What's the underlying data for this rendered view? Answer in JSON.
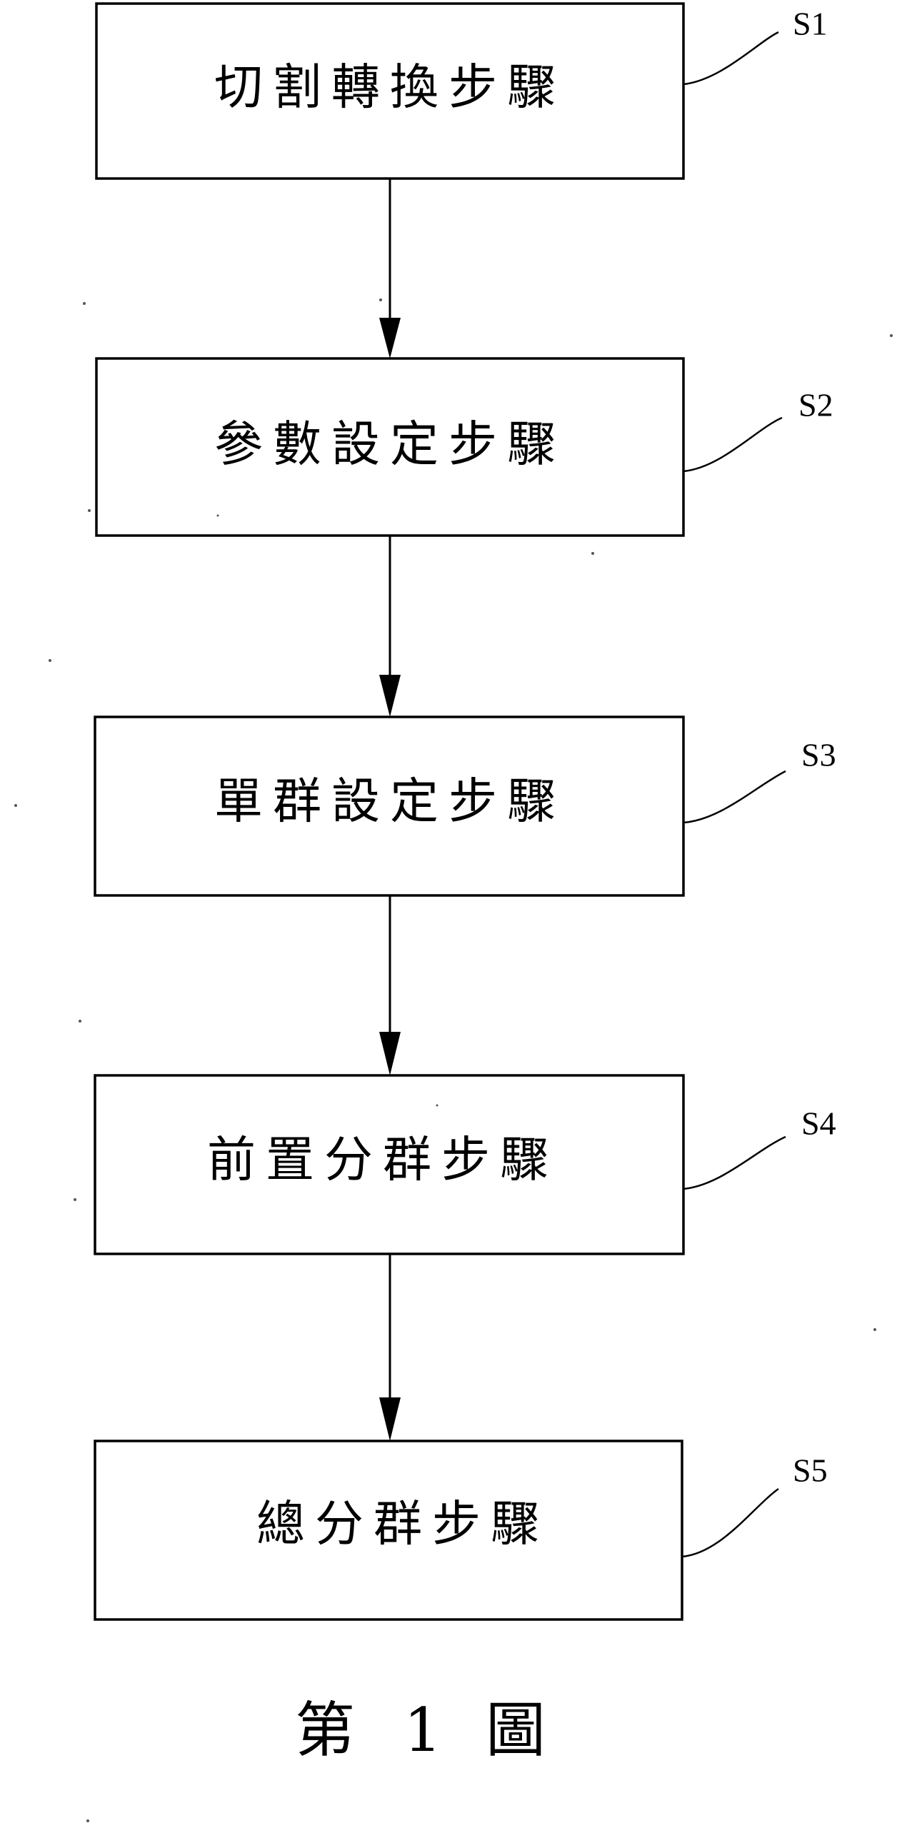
{
  "steps": [
    {
      "id": "S1",
      "label": "切割轉換步驟"
    },
    {
      "id": "S2",
      "label": "參數設定步驟"
    },
    {
      "id": "S3",
      "label": "單群設定步驟"
    },
    {
      "id": "S4",
      "label": "前置分群步驟"
    },
    {
      "id": "S5",
      "label": "總分群步驟"
    }
  ],
  "caption": {
    "word1": "第",
    "number": "1",
    "word2": "圖"
  }
}
